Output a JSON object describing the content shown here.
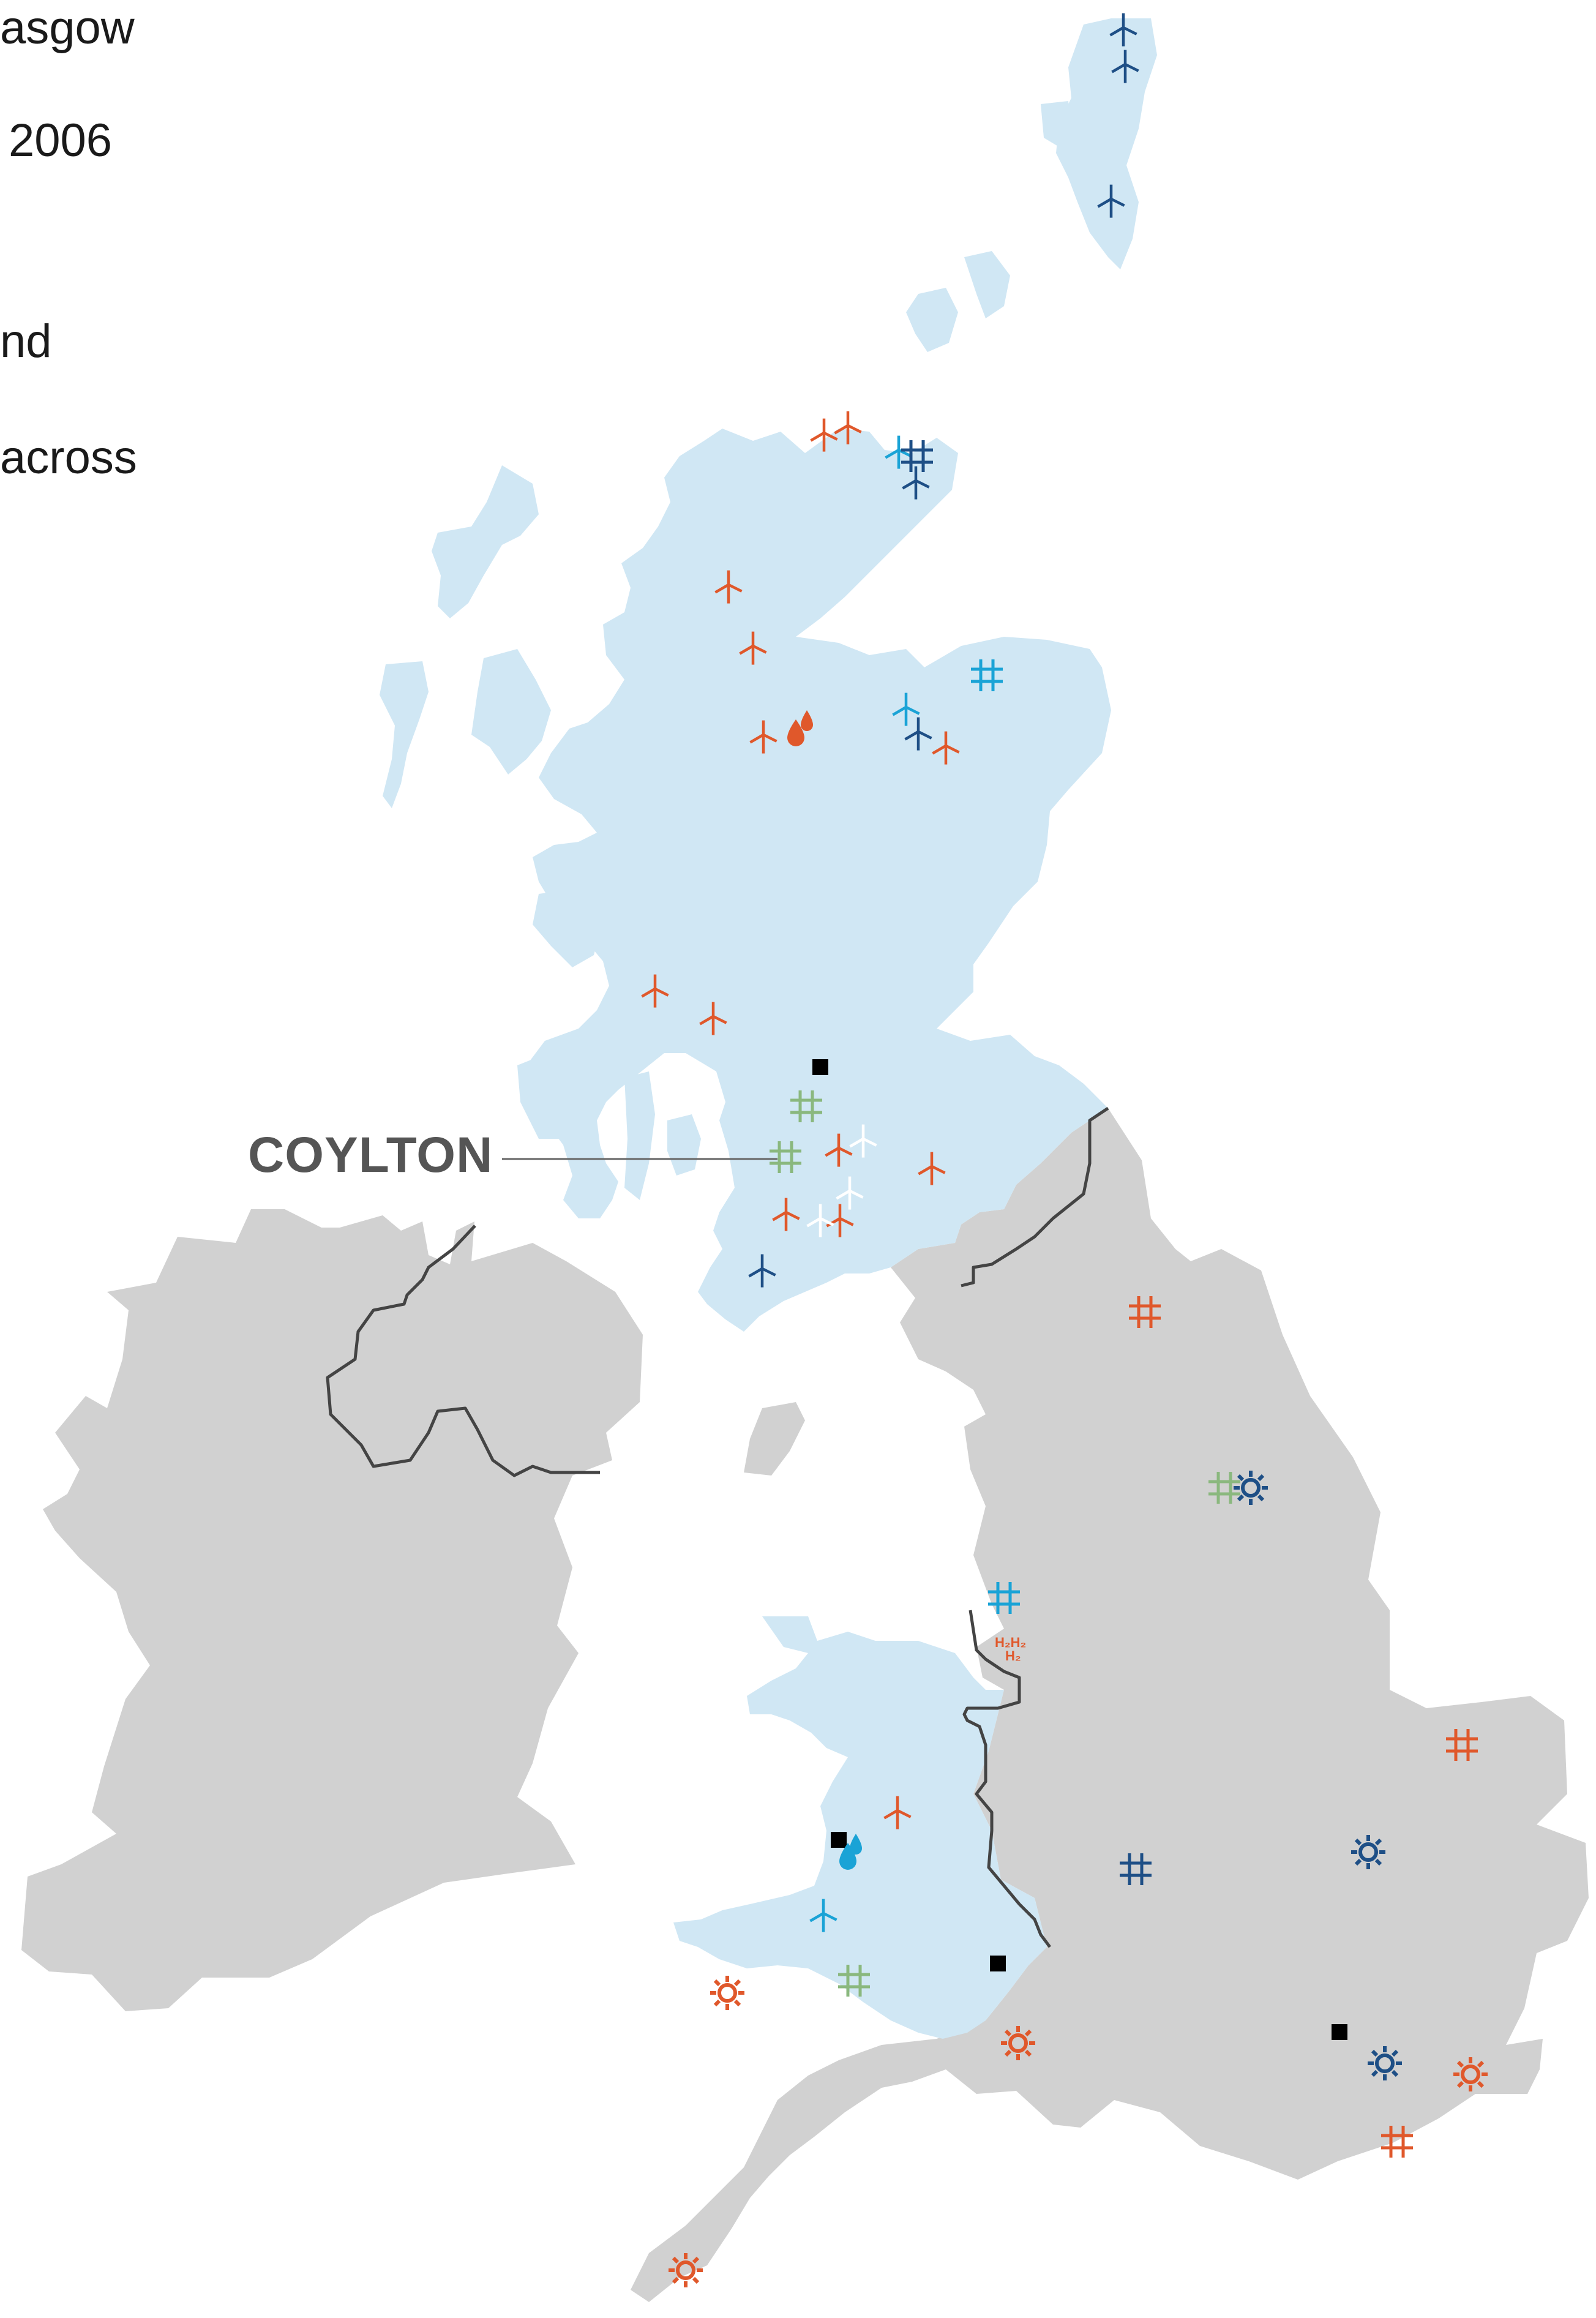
{
  "intro_lines": [
    "asgow",
    "2006",
    "nd",
    "across"
  ],
  "callout": {
    "label": "COYLTON"
  },
  "hydrogen_label": "H2H2 H2",
  "colors": {
    "devolved_land": "#d0e7f4",
    "england_ireland_land": "#d1d1d1",
    "border": "#444444",
    "orange": "#e0582b",
    "dark_blue": "#1e4f86",
    "cyan": "#1aa3d6",
    "green": "#8ab87e",
    "white": "#ffffff",
    "black": "#000000"
  },
  "icon_types": {
    "wind": "wind-turbine-icon",
    "grid": "grid-hash-icon",
    "sun": "sun-burst-icon",
    "square": "square-site-icon",
    "drop": "water-drop-icon",
    "h2": "hydrogen-icon"
  }
}
